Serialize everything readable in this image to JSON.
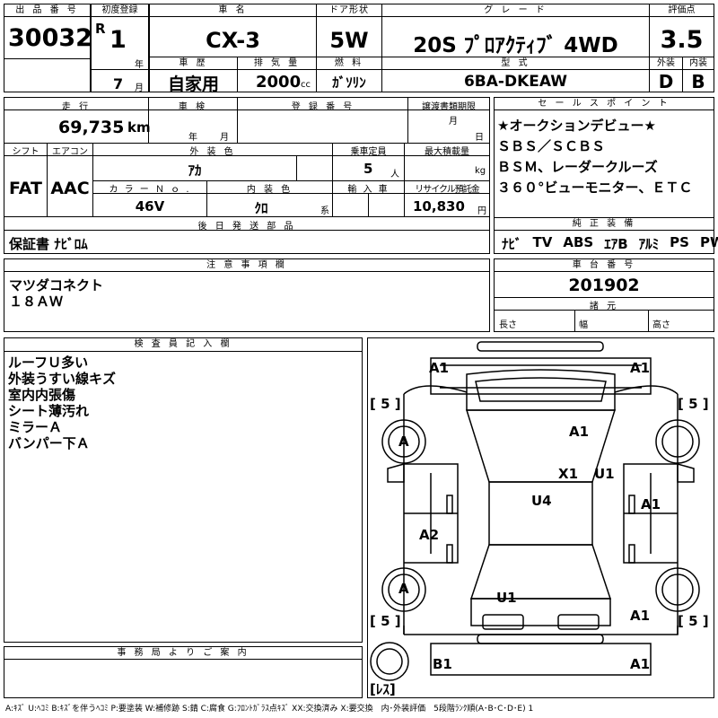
{
  "header": {
    "lot_no_label": "出 品 番 号",
    "lot_no": "30032",
    "first_reg_label": "初度登録",
    "era": "R",
    "year": "1",
    "year_unit": "年",
    "month": "7",
    "month_unit": "月",
    "car_name_label": "車 名",
    "car_name": "CX-3",
    "door_label": "ドア形状",
    "door": "5W",
    "grade_label": "グ レ ー ド",
    "grade": "20S ﾌﾟﾛｱｸﾃｨﾌﾞ 4WD",
    "score_label": "評価点",
    "score": "3.5",
    "history_label": "車 歴",
    "history": "自家用",
    "displacement_label": "排 気 量",
    "displacement": "2000",
    "displacement_unit": "cc",
    "fuel_label": "燃 料",
    "fuel": "ｶﾞｿﾘﾝ",
    "model_code_label": "型 式",
    "model_code": "6BA-DKEAW",
    "exterior_label": "外装",
    "exterior": "D",
    "interior_label": "内装",
    "interior": "B"
  },
  "details": {
    "mileage_label": "走 行",
    "mileage": "69,735",
    "mileage_unit": "km",
    "inspection_label": "車 検",
    "inspection_year_unit": "年",
    "inspection_month_unit": "月",
    "reg_no_label": "登 録 番 号",
    "transfer_label": "譲渡書類期限",
    "transfer_month_unit": "月",
    "transfer_day_unit": "日",
    "shift_label": "シフト",
    "shift": "FAT",
    "ac_label": "エアコン",
    "ac": "AAC",
    "ext_color_label": "外 装 色",
    "ext_color": "ｱｶ",
    "capacity_label": "乗車定員",
    "capacity": "5",
    "capacity_unit": "人",
    "max_load_label": "最大積載量",
    "max_load_unit": "kg",
    "color_no_label": "カ ラ ー Ｎ ｏ .",
    "color_no": "46V",
    "int_color_label": "内 装 色",
    "int_color": "ｸﾛ",
    "int_color_suffix": "系",
    "import_label": "輸 入 車",
    "recycle_label": "リサイクル預託金",
    "recycle": "10,830",
    "recycle_unit": "円",
    "later_parts_label": "後 日 発 送 部 品",
    "later_parts": "保証書 ﾅﾋﾞﾛﾑ"
  },
  "sales_points": {
    "label": "セ ー ル ス ポ イ ン ト",
    "lines": [
      "★オークションデビュー★",
      "ＳＢＳ／ＳＣＢＳ",
      "ＢＳＭ、レーダークルーズ",
      "３６０°ビューモニター、ＥＴＣ"
    ]
  },
  "equipment": {
    "label": "純 正 装 備",
    "items": [
      "ﾅﾋﾞ",
      "TV",
      "ABS",
      "ｴｱB",
      "ｱﾙﾐ",
      "PS",
      "PW"
    ]
  },
  "notes": {
    "label": "注 意 事 項 欄",
    "lines": [
      "マツダコネクト",
      "１８ＡＷ"
    ]
  },
  "chassis": {
    "label": "車 台 番 号",
    "value": "201902",
    "spec_label": "諸 元",
    "length_label": "長さ",
    "width_label": "幅",
    "height_label": "高さ"
  },
  "inspector": {
    "label": "検 査 員 記 入 欄",
    "lines": [
      "ルーフＵ多い",
      "外装うすい線キズ",
      "室内内張傷",
      "シート薄汚れ",
      "ミラーＡ",
      "バンパー下Ａ"
    ]
  },
  "office": {
    "label": "事 務 局 よ り ご 案 内"
  },
  "diagram": {
    "tire_fl": "[ 5 ]",
    "tire_fr": "[ 5 ]",
    "tire_rl": "[ 5 ]",
    "tire_rr": "[ 5 ]",
    "spare": "[ﾚｽ]",
    "marks": {
      "a1_front_left": "A1",
      "a1_front_right": "A1",
      "a_mirror_left": "A",
      "a1_hood": "A1",
      "x1_pillar": "X1",
      "u1_pillar": "U1",
      "u4_roof": "U4",
      "a1_right_door": "A1",
      "a2_left_door": "A2",
      "a_rear_left": "A",
      "u1_rear": "U1",
      "a1_rear_right": "A1",
      "b1_bumper": "B1",
      "a1_bumper_right": "A1"
    }
  },
  "legend": "A:ｷｽﾞ U:ﾍｺﾐ B:ｷｽﾞを伴うﾍｺﾐ P:要塗装 W:補修跡 S:錆 C:腐食 G:ﾌﾛﾝﾄｶﾞﾗｽ点ｷｽﾞ XX:交換済み X:要交換　内･外装評価　5段階ﾗﾝｸ順(A･B･C･D･E) 1"
}
